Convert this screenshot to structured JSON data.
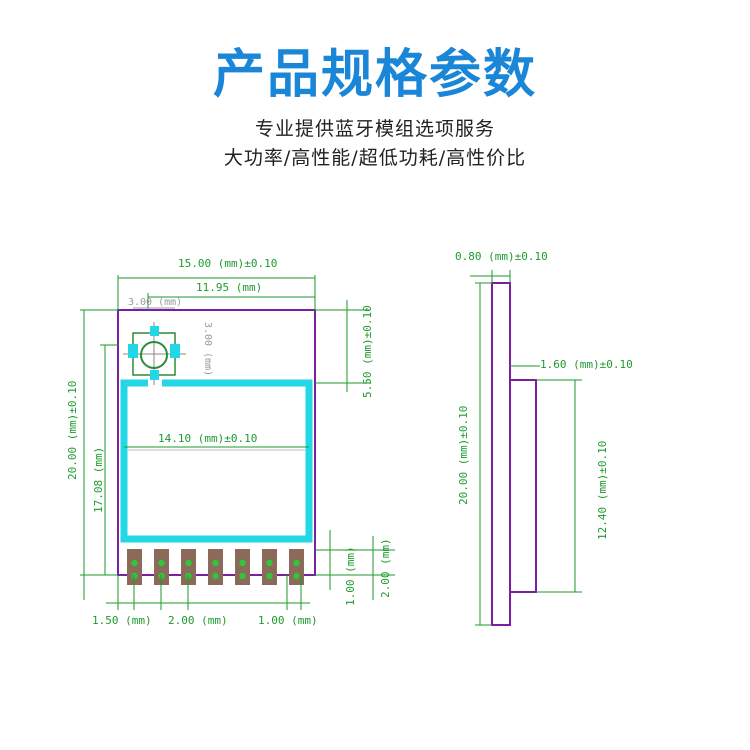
{
  "header": {
    "title": "产品规格参数",
    "subtitle_line1": "专业提供蓝牙模组选项服务",
    "subtitle_line2": "大功率/高性能/超低功耗/高性价比"
  },
  "front_view": {
    "width_total": "15.00 (mm)±0.10",
    "width_inner": "11.95 (mm)",
    "antenna_width": "3.00 (mm)",
    "antenna_height": "3.00 (mm)",
    "height_total": "20.00 (mm)±0.10",
    "height_body": "17.08 (mm)",
    "antenna_zone": "5.50 (mm)±0.10",
    "shield_width": "14.10 (mm)±0.10",
    "pin_length": "1.00 (mm)",
    "pin_zone": "2.00 (mm)",
    "pin_offset": "1.50 (mm)",
    "pin_pitch": "2.00 (mm)",
    "pin_width": "1.00 (mm)"
  },
  "side_view": {
    "board_thickness": "0.80 (mm)±0.10",
    "total_thickness": "1.60 (mm)±0.10",
    "height_total": "20.00 (mm)±0.10",
    "shield_height": "12.40 (mm)±0.10"
  },
  "colors": {
    "title": "#1a86d8",
    "dimension": "#1e9a2e",
    "outline": "#7a1fa0",
    "shield": "#23d7e6",
    "pad": "#8b6a5a",
    "pin_dot": "#2fc63a"
  }
}
